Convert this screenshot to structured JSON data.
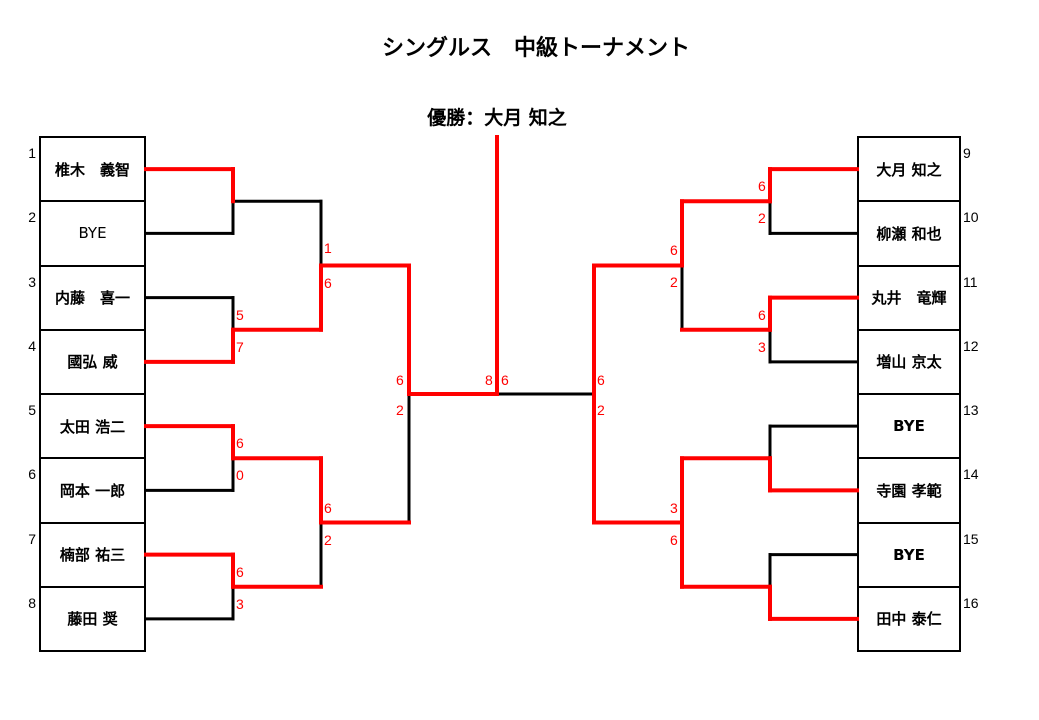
{
  "title": "シングルス　中級トーナメント",
  "champion": "優勝：大月 知之",
  "colors": {
    "winner_path": "#ff0000",
    "bracket_line": "#000000",
    "score": "#ff0000"
  },
  "left_players": [
    {
      "number": "1",
      "name": "椎木　義智"
    },
    {
      "number": "2",
      "name": "BYE"
    },
    {
      "number": "3",
      "name": "内藤　喜一"
    },
    {
      "number": "4",
      "name": "國弘 威"
    },
    {
      "number": "5",
      "name": "太田 浩二"
    },
    {
      "number": "6",
      "name": "岡本 一郎"
    },
    {
      "number": "7",
      "name": "楠部 祐三"
    },
    {
      "number": "8",
      "name": "藤田 奨"
    }
  ],
  "right_players": [
    {
      "number": "9",
      "name": "大月 知之"
    },
    {
      "number": "10",
      "name": "柳瀬 和也"
    },
    {
      "number": "11",
      "name": "丸井　竜輝"
    },
    {
      "number": "12",
      "name": "増山 京太"
    },
    {
      "number": "13",
      "name": "BYE"
    },
    {
      "number": "14",
      "name": "寺園 孝範"
    },
    {
      "number": "15",
      "name": "BYE"
    },
    {
      "number": "16",
      "name": "田中 泰仁"
    }
  ],
  "scores": {
    "left": {
      "round1": {
        "m2": [
          "5",
          "7"
        ],
        "m3": [
          "6",
          "0"
        ],
        "m4": [
          "6",
          "3"
        ]
      },
      "round2": {
        "m1": [
          "1",
          "6"
        ],
        "m2": [
          "6",
          "2"
        ]
      },
      "semifinal": [
        "6",
        "2"
      ]
    },
    "right": {
      "round1": {
        "m1": [
          "6",
          "2"
        ],
        "m2": [
          "6",
          "3"
        ]
      },
      "round2": {
        "m1": [
          "6",
          "2"
        ],
        "m2": [
          "3",
          "6"
        ]
      },
      "semifinal": [
        "6",
        "2"
      ]
    },
    "final": [
      "8",
      "6"
    ]
  }
}
